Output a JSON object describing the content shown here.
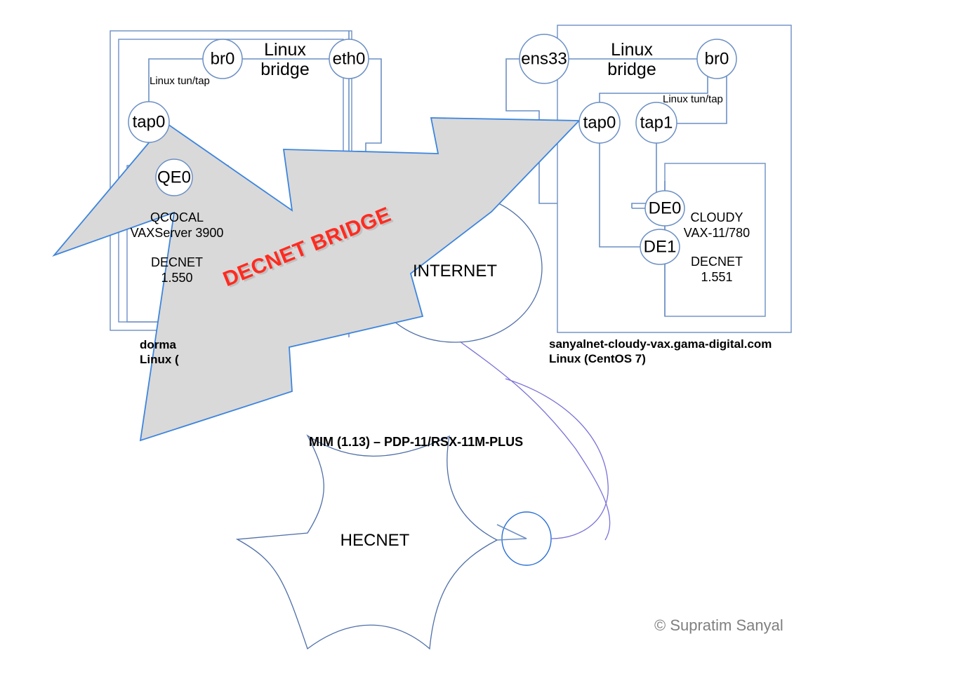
{
  "title": "DECnet Bridge Network Topology",
  "overlay": {
    "bridge_label": "DECNET BRIDGE",
    "bridge_color": "#ff2b20",
    "fill_color": "#d9d9d9",
    "stroke_color": "#3d85de"
  },
  "left_host": {
    "bridge_label_line1": "Linux",
    "bridge_label_line2": "bridge",
    "tuntap_label": "Linux tun/tap",
    "nodes": {
      "br0": "br0",
      "eth0": "eth0",
      "tap0": "tap0",
      "qe0": "QE0"
    },
    "vm": {
      "name": "QCOCAL",
      "model": "VAXServer 3900",
      "protocol": "DECNET",
      "address": "1.550"
    },
    "hostname": "dorma",
    "os": "Linux ("
  },
  "right_host": {
    "bridge_label_line1": "Linux",
    "bridge_label_line2": "bridge",
    "tuntap_label": "Linux tun/tap",
    "nodes": {
      "ens33": "ens33",
      "br0": "br0",
      "tap0": "tap0",
      "tap1": "tap1",
      "de0": "DE0",
      "de1": "DE1"
    },
    "vm": {
      "name": "CLOUDY",
      "model": "VAX-11/780",
      "protocol": "DECNET",
      "address": "1.551"
    },
    "hostname": "sanyalnet-cloudy-vax.gama-digital.com",
    "os": "Linux (CentOS 7)"
  },
  "clouds": {
    "internet": "INTERNET",
    "hecnet": "HECNET"
  },
  "annotations": {
    "mim": "MIM (1.13) – PDP-11/RSX-11M-PLUS"
  },
  "footer": {
    "copyright": "© Supratim Sanyal"
  }
}
